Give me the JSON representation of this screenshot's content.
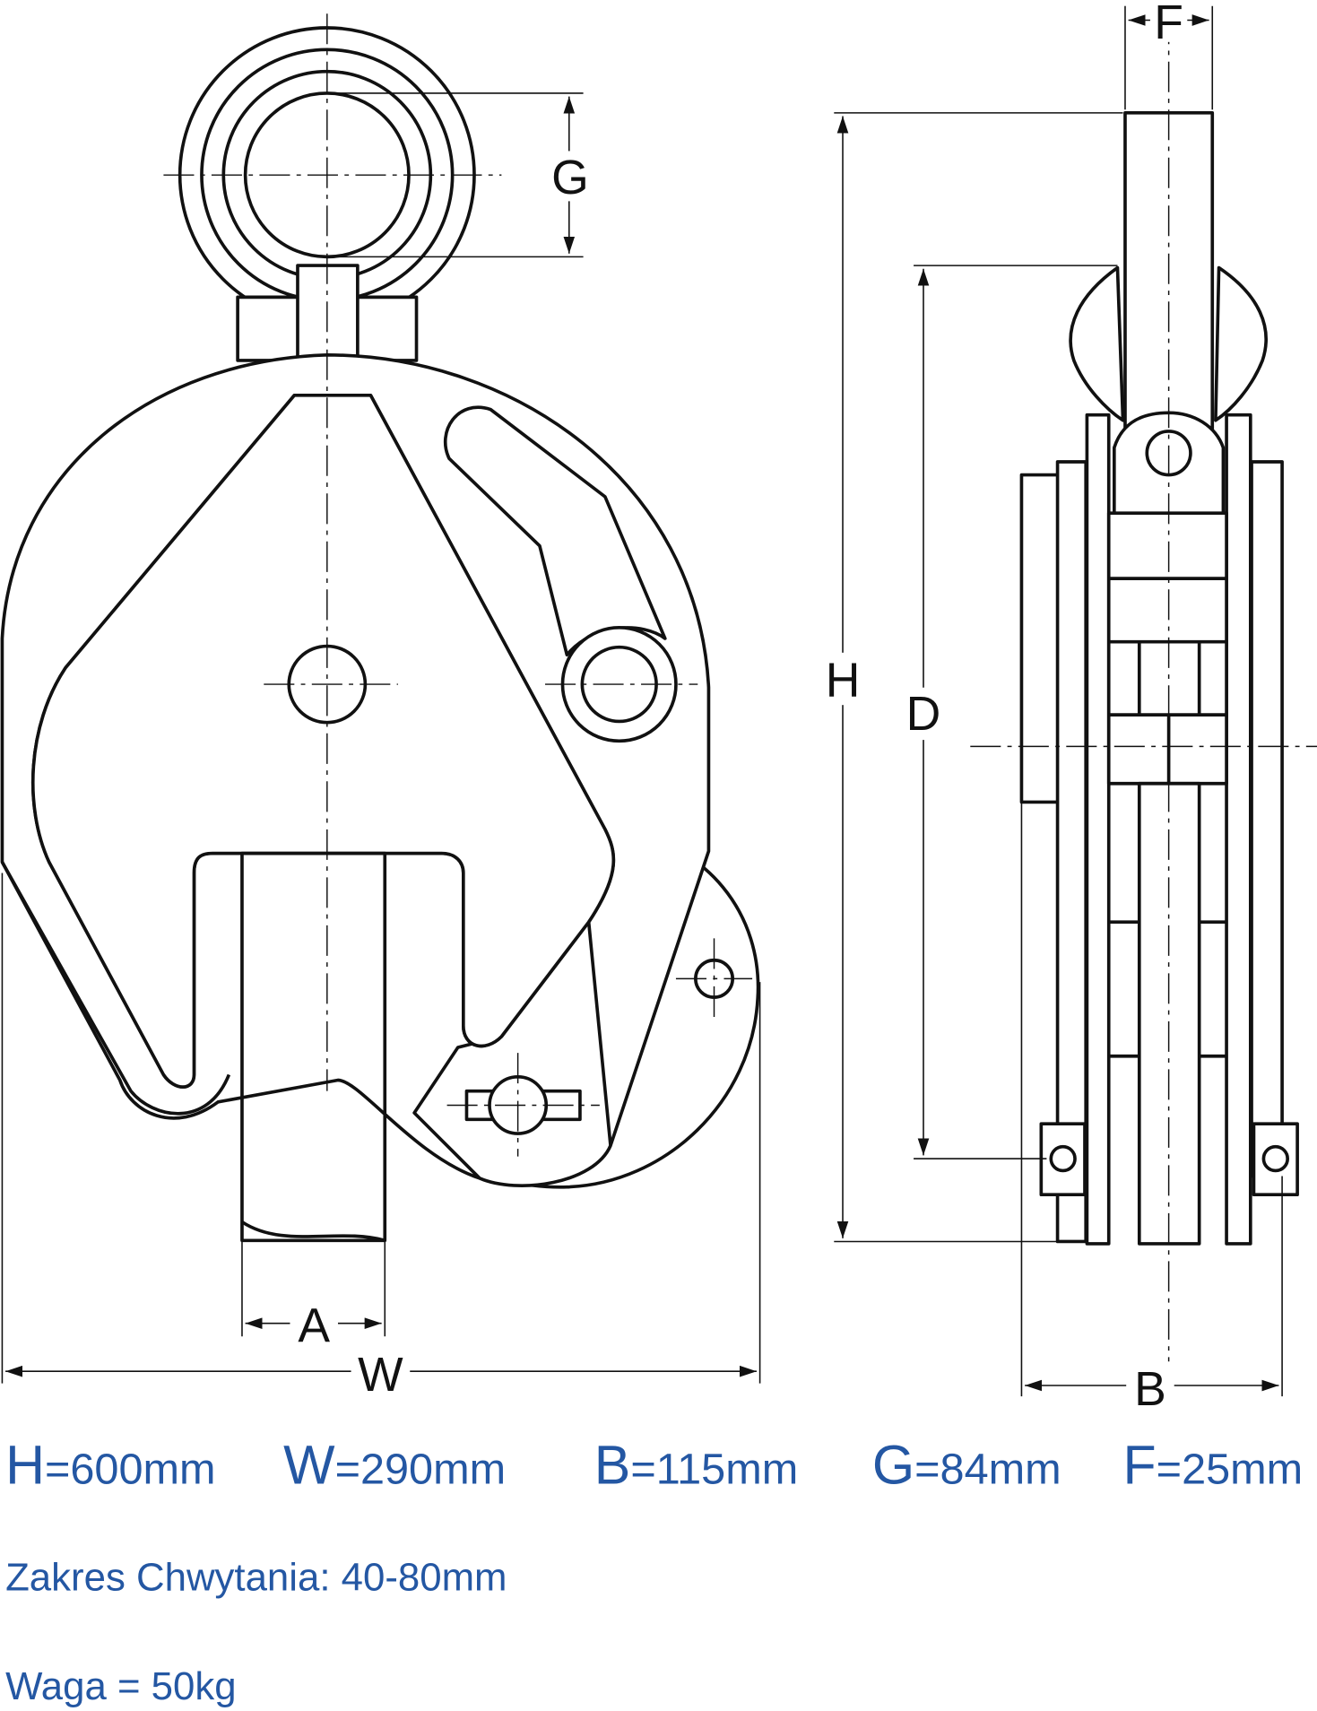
{
  "labels": {
    "G": "G",
    "H": "H",
    "D": "D",
    "F": "F",
    "A": "A",
    "W": "W",
    "B": "B"
  },
  "specs": [
    {
      "letter": "H",
      "value": "=600mm"
    },
    {
      "letter": "W",
      "value": "=290mm"
    },
    {
      "letter": "B",
      "value": "=115mm"
    },
    {
      "letter": "G",
      "value": "=84mm"
    },
    {
      "letter": "F",
      "value": "=25mm"
    }
  ],
  "grip_range": "Zakres Chwytania: 40-80mm",
  "weight": "Waga = 50kg",
  "colors": {
    "text_blue": "#2457a3",
    "line": "#111111"
  }
}
